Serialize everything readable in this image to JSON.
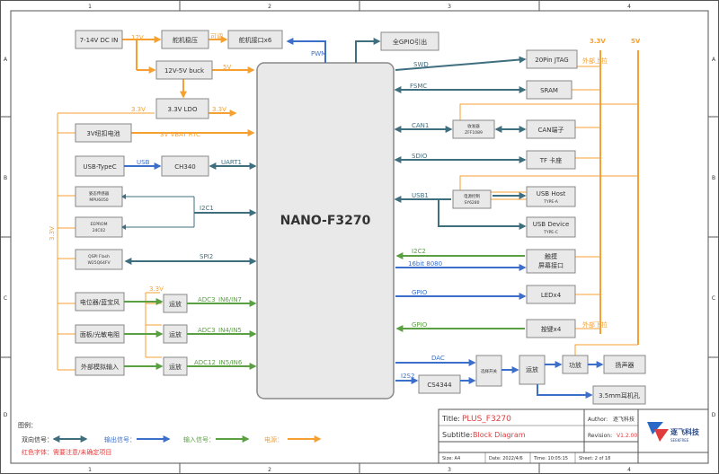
{
  "frame": {
    "cols": [
      "1",
      "2",
      "3",
      "4"
    ],
    "rows": [
      "A",
      "B",
      "C",
      "D"
    ]
  },
  "mcu": {
    "label": "NANO-F3270"
  },
  "power": {
    "dcin": "7-14V DC IN",
    "steer": "舵机稳压",
    "steer_port": "舵机接口x6",
    "buck": "12V-5V buck",
    "ldo": "3.3V LDO",
    "battery": "3V纽扣电池",
    "v12": "12V",
    "adj": "可调",
    "v5": "5V",
    "v33": "3.3V",
    "vbat": "3V VBAT RTC",
    "rail33": "3.3V",
    "rail5": "5V",
    "left_rail": "3.3V"
  },
  "left": {
    "usbc": "USB-TypeC",
    "ch340": "CH340",
    "usb": "USB",
    "uart": "UART1",
    "mpu": "姿态传感器",
    "mpu_part": "MPU6050",
    "eeprom": "EEPROM",
    "eeprom_part": "24C02",
    "flash": "QSPI Flash",
    "flash_part": "W25Q64FV",
    "i2c1": "I2C1",
    "spi2": "SPI2",
    "pot": "电位器/蓝宝风",
    "photo": "面板/光敏电阻",
    "ext": "外部模拟输入",
    "amp": "运放",
    "adc1": "ADC3_IN6/IN7",
    "adc2": "ADC3_IN4/IN5",
    "adc3": "ADC12_IN5/IN6",
    "amp_v": "3.3V"
  },
  "top": {
    "gpio": "全GPIO引出",
    "pwm": "PWM"
  },
  "right": {
    "jtag": "20Pin JTAG",
    "sram": "SRAM",
    "can_port": "CAN端子",
    "transceiver": "收发器",
    "transceiver_part": "ZFF1089",
    "tf": "TF 卡座",
    "usb_host": "USB Host",
    "usb_host_type": "TYPE-A",
    "usb_device": "USB Device",
    "usb_device_type": "TYPE-C",
    "power_ctrl": "电源控制",
    "power_ctrl_part": "SY6280",
    "touch": "触摸",
    "screen": "屏幕接口",
    "led": "LEDx4",
    "key": "按键x4",
    "swd": "SWD",
    "fsmc": "FSMC",
    "can1": "CAN1",
    "sdio": "SDIO",
    "usb1": "USB1",
    "i2c2": "I2C2",
    "bit16": "16bit 8080",
    "gpio1": "GPIO",
    "gpio2": "GPIO",
    "dac": "DAC",
    "i2s2": "I2S2",
    "cs4344": "CS4344",
    "switch": "选择开关",
    "amp": "运放",
    "pa": "功放",
    "speaker": "扬声器",
    "jack": "3.5mm耳机孔",
    "note_a": "外部上拉",
    "note_b": "外部下拉"
  },
  "legend": {
    "title": "图例：",
    "bi": "双向信号：",
    "out": "输出信号：",
    "in": "输入信号：",
    "pwr": "电源：",
    "note": "红色字体：需要注意/未确定项目"
  },
  "titleblock": {
    "title_k": "Title:",
    "title_v": "PLUS_F3270",
    "sub_k": "Subtitle:",
    "sub_v": "Block Diagram",
    "author_k": "Author:",
    "author_v": "逐飞科技",
    "rev_k": "Revision:",
    "rev_v": "V1.2.00",
    "size": "Size: A4",
    "date": "Date: 2022/4/6",
    "time": "Time: 10:05:15",
    "sheet": "Sheet:   2    of  18",
    "company": "逐飞科技",
    "company_en": "SEEKFREE"
  },
  "colors": {
    "bi": "#3f6f7f",
    "out": "#3b6fc9",
    "in": "#5aa043",
    "pwr": "#f5a030",
    "note": "#e03c3c"
  }
}
